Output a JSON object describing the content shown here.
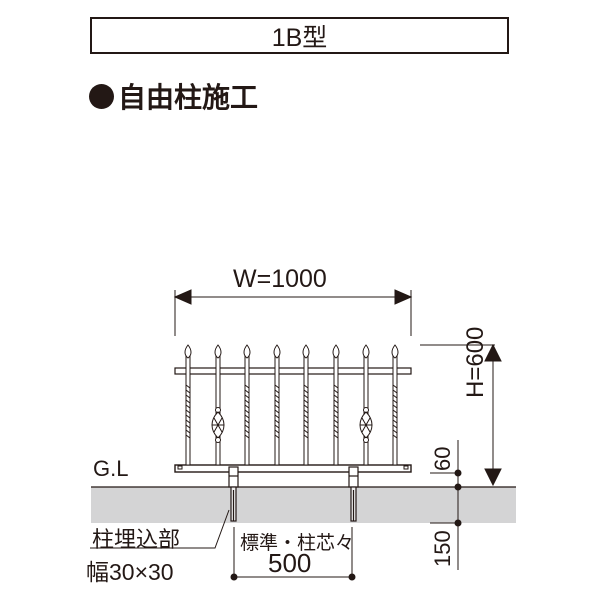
{
  "header": {
    "model_label": "1B型",
    "section_title": "自由柱施工",
    "bullet_icon": "filled-circle"
  },
  "diagram": {
    "width_label": "W=1000",
    "height_label": "H=600",
    "clearance_label": "60",
    "embed_depth_label": "150",
    "ground_line_label": "G.L",
    "post_embed_label_line1": "柱埋込部",
    "post_embed_label_line2": "幅30×30",
    "post_spacing_label_line1": "標準・柱芯々",
    "post_spacing_value": "500",
    "picket_count": 8,
    "decorated_pickets": [
      2,
      7
    ],
    "colors": {
      "line": "#231815",
      "ground": "#d4d4d5",
      "background": "#ffffff"
    }
  }
}
